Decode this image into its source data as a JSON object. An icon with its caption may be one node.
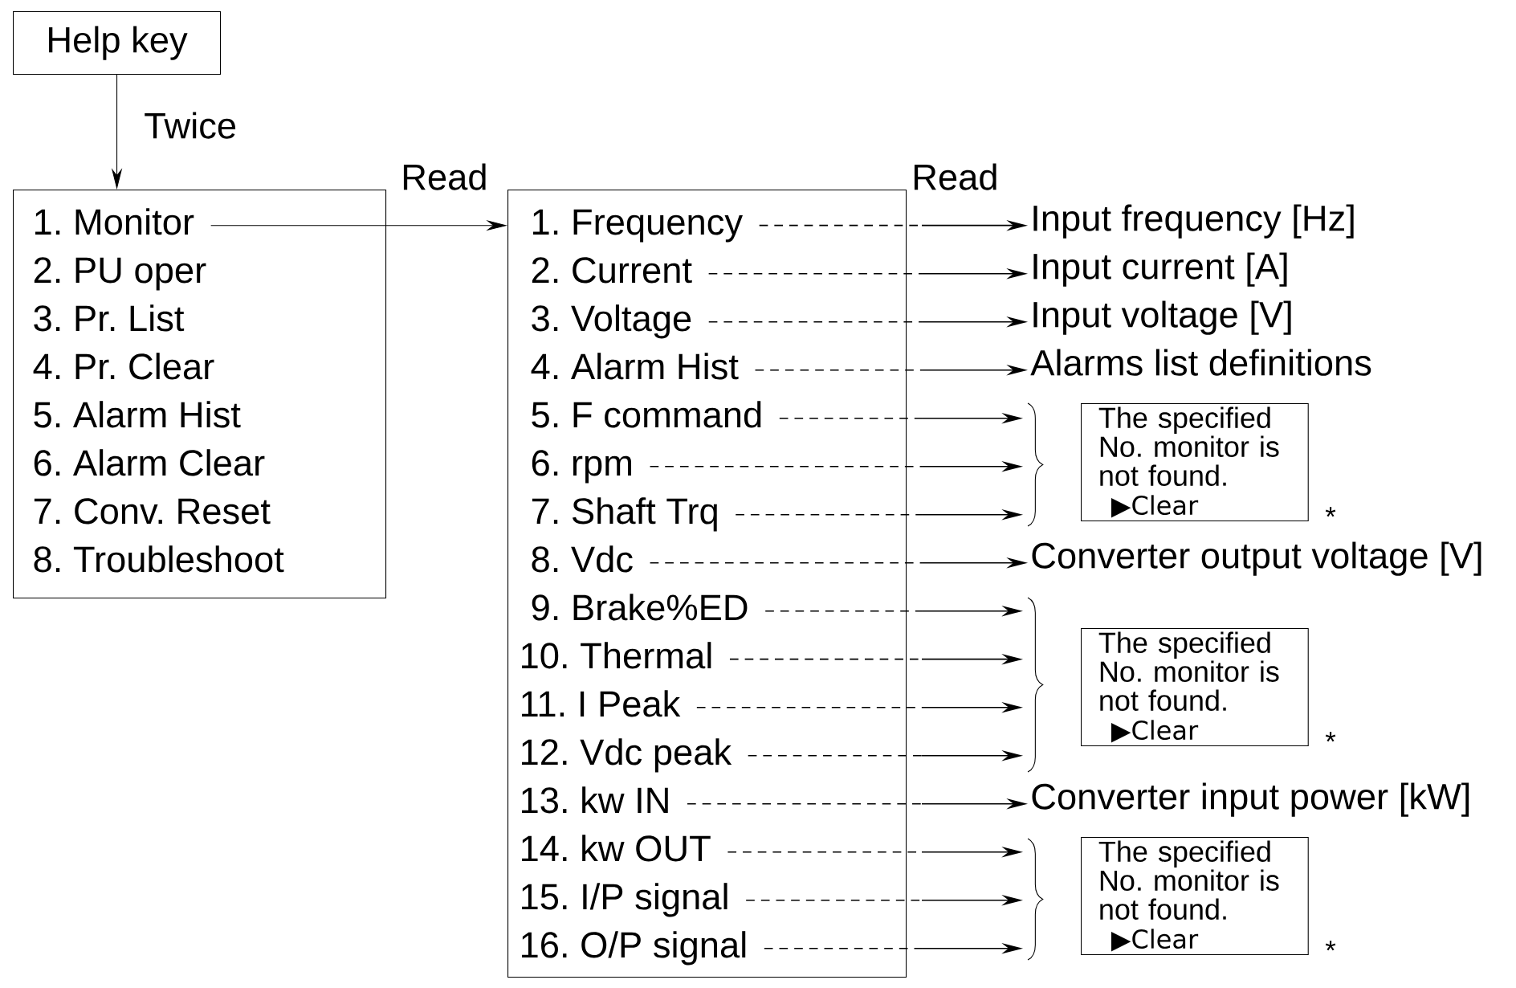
{
  "diagram": {
    "nodes": [
      {
        "text": [
          "Help key"
        ]
      },
      {
        "text": [],
        "shape": "box"
      },
      {
        "text": [
          "1. Monitor"
        ],
        "in": 1
      },
      {
        "text": [
          "2. PU oper"
        ],
        "in": 1
      },
      {
        "text": [
          "3. Pr. List"
        ],
        "in": 1
      },
      {
        "text": [
          "4. Pr. Clear"
        ],
        "in": 1
      },
      {
        "text": [
          "5. Alarm Hist"
        ],
        "in": 1
      },
      {
        "text": [
          "6. Alarm Clear"
        ],
        "in": 1
      },
      {
        "text": [
          "7. Conv. Reset"
        ],
        "in": 1
      },
      {
        "text": [
          "8. Troubleshoot"
        ],
        "in": 1
      },
      {
        "text": [],
        "shape": "box"
      },
      {
        "text": [
          "1. Frequency"
        ],
        "in": 10
      },
      {
        "text": [
          "2. Current"
        ],
        "in": 10
      },
      {
        "text": [
          "3. Voltage"
        ],
        "in": 10
      },
      {
        "text": [
          "4. Alarm Hist"
        ],
        "in": 10
      },
      {
        "text": [
          "5. F command"
        ],
        "in": 10
      },
      {
        "text": [
          "6. rpm"
        ],
        "in": 10
      },
      {
        "text": [
          "7. Shaft Trq"
        ],
        "in": 10
      },
      {
        "text": [
          "8. Vdc"
        ],
        "in": 10
      },
      {
        "text": [
          "9. Brake%ED"
        ],
        "in": 10
      },
      {
        "text": [
          "10. Thermal"
        ],
        "in": 10
      },
      {
        "text": [
          "11. I Peak"
        ],
        "in": 10
      },
      {
        "text": [
          "12. Vdc peak"
        ],
        "in": 10
      },
      {
        "text": [
          "13. kw IN"
        ],
        "in": 10
      },
      {
        "text": [
          "14. kw OUT"
        ],
        "in": 10
      },
      {
        "text": [
          "15. I/P signal"
        ],
        "in": 10
      },
      {
        "text": [
          "16. O/P signal"
        ],
        "in": 10
      },
      {
        "text": [
          "Input frequency [Hz]"
        ]
      },
      {
        "text": [
          "Input current [A]"
        ]
      },
      {
        "text": [
          "Input voltage [V]"
        ]
      },
      {
        "text": [
          "Alarms list definitions"
        ]
      },
      {
        "text": [
          "The specified No. monitor is not found.",
          "▶Clear"
        ],
        "beside": [
          "*"
        ]
      },
      {
        "text": [
          "Converter output voltage [V]"
        ]
      },
      {
        "text": [
          "The specified No. monitor is not found.",
          "▶Clear"
        ],
        "beside": [
          "*"
        ]
      },
      {
        "text": [
          "Converter input power [kW]"
        ]
      },
      {
        "text": [
          "The specified No. monitor is not found.",
          "▶Clear"
        ],
        "beside": [
          "*"
        ]
      },
      {
        "text": [],
        "shape": "brace"
      },
      {
        "text": [],
        "shape": "brace"
      },
      {
        "text": [],
        "shape": "brace"
      }
    ],
    "edges": [
      {
        "from": 0,
        "to": 1,
        "arrow": "to",
        "label": "Twice"
      },
      {
        "from": 2,
        "to": 10,
        "arrow": "to",
        "label": "Read"
      },
      {
        "from": 11,
        "to": 27,
        "arrow": "to",
        "style": "dashed",
        "label": "Read"
      },
      {
        "from": 12,
        "to": 28,
        "arrow": "to",
        "style": "dashed"
      },
      {
        "from": 13,
        "to": 29,
        "arrow": "to",
        "style": "dashed"
      },
      {
        "from": 14,
        "to": 30,
        "arrow": "to",
        "style": "dashed"
      },
      {
        "from": 15,
        "to": 36,
        "arrow": "to",
        "style": "dashed"
      },
      {
        "from": 16,
        "to": 36,
        "arrow": "to",
        "style": "dashed"
      },
      {
        "from": 17,
        "to": 36,
        "arrow": "to",
        "style": "dashed"
      },
      {
        "from": 18,
        "to": 32,
        "arrow": "to",
        "style": "dashed"
      },
      {
        "from": 19,
        "to": 37,
        "arrow": "to",
        "style": "dashed"
      },
      {
        "from": 20,
        "to": 37,
        "arrow": "to",
        "style": "dashed"
      },
      {
        "from": 21,
        "to": 37,
        "arrow": "to",
        "style": "dashed"
      },
      {
        "from": 22,
        "to": 37,
        "arrow": "to",
        "style": "dashed"
      },
      {
        "from": 23,
        "to": 34,
        "arrow": "to",
        "style": "dashed"
      },
      {
        "from": 24,
        "to": 38,
        "arrow": "to",
        "style": "dashed"
      },
      {
        "from": 25,
        "to": 38,
        "arrow": "to",
        "style": "dashed"
      },
      {
        "from": 26,
        "to": 38,
        "arrow": "to",
        "style": "dashed"
      }
    ]
  }
}
